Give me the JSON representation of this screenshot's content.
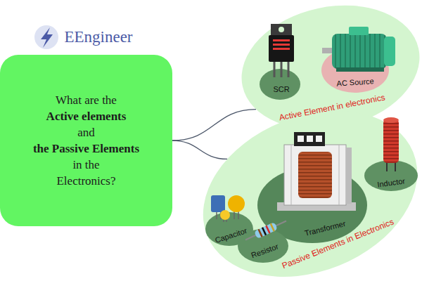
{
  "diagram": {
    "nodes": [
      {
        "text": [
          "What are the",
          "Active elements",
          "and",
          "the Passive Elements",
          "in the",
          "Electronics?"
        ]
      },
      {
        "text": [
          "Active Element in electronics"
        ]
      },
      {
        "text": [
          "SCR"
        ],
        "in": 1
      },
      {
        "text": [
          "AC Source"
        ],
        "in": 1
      },
      {
        "text": [
          "Passive Elements in Electronics"
        ]
      },
      {
        "text": [
          "Inductor"
        ],
        "in": 4
      },
      {
        "text": [
          "Transformer"
        ],
        "in": 4
      },
      {
        "text": [
          "Capacitor"
        ],
        "in": 4
      },
      {
        "text": [
          "Resistor"
        ],
        "in": 4
      }
    ],
    "edges": [
      {
        "from": 0,
        "to": 1,
        "arrow": "none"
      },
      {
        "from": 0,
        "to": 4,
        "arrow": "none"
      }
    ],
    "labels": [
      "EEngineer"
    ]
  }
}
